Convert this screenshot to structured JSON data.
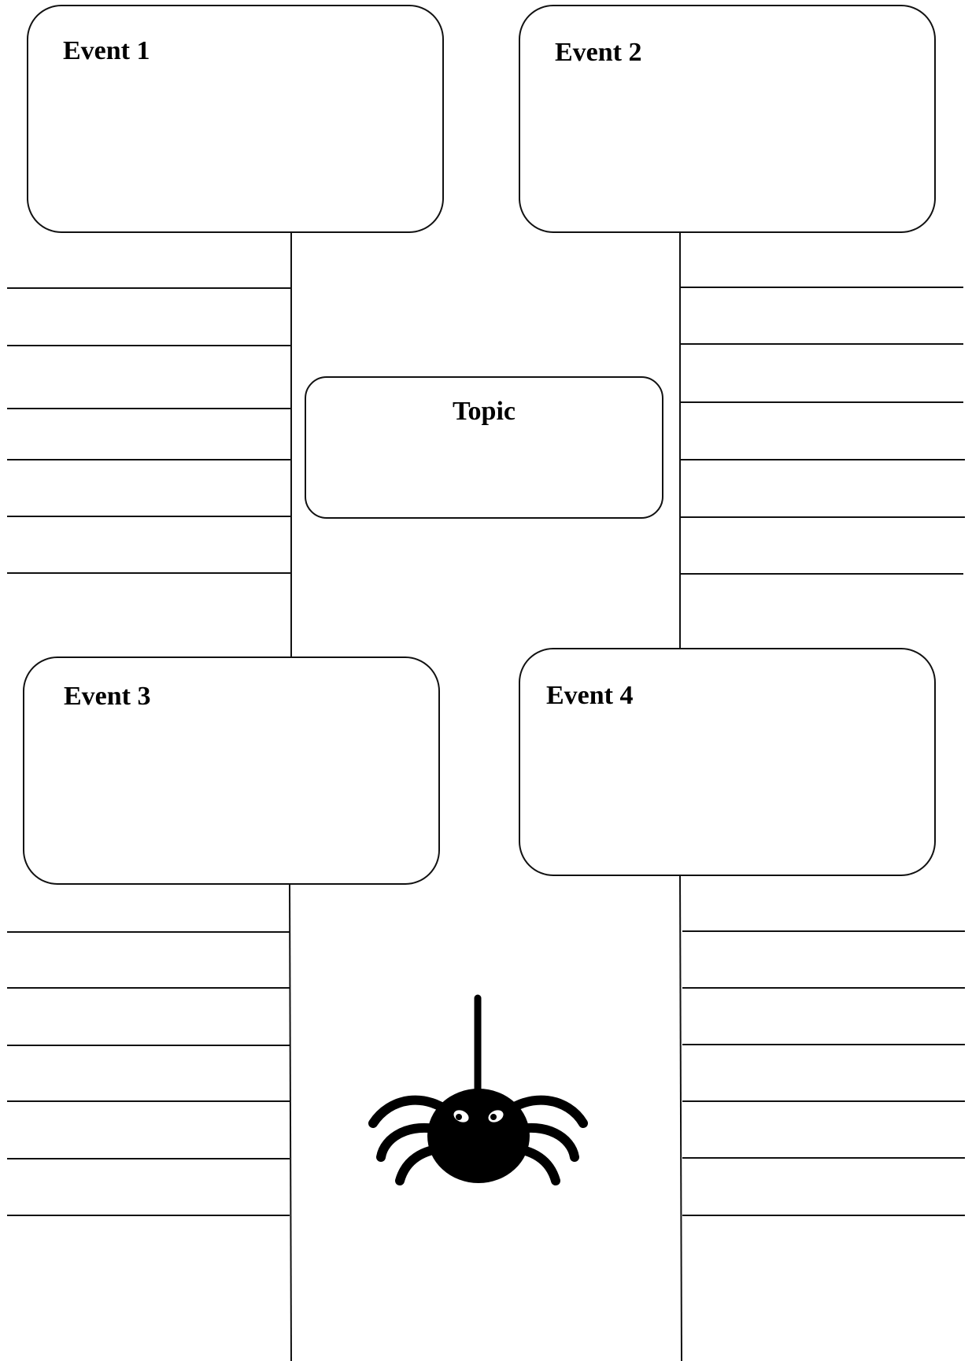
{
  "diagram": {
    "topic": {
      "label": "Topic"
    },
    "events": [
      {
        "label": "Event 1"
      },
      {
        "label": "Event 2"
      },
      {
        "label": "Event 3"
      },
      {
        "label": "Event 4"
      }
    ],
    "line_color": "#111111",
    "decoration": {
      "icon": "spider-icon",
      "color": "#000000"
    }
  }
}
